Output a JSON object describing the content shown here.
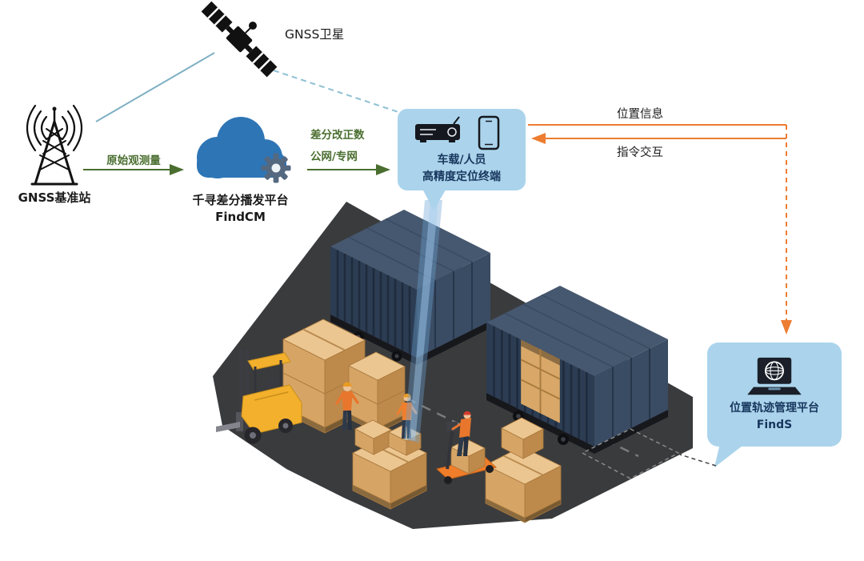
{
  "labels": {
    "satellite": "GNSS卫星",
    "base_station": "GNSS基准站",
    "cloud_platform_name": "千寻差分播发平台",
    "cloud_platform_product": "FindCM",
    "raw_observation": "原始观测量",
    "correction_line1": "差分改正数",
    "correction_line2": "公网/专网",
    "terminal_line1": "车载/人员",
    "terminal_line2": "高精度定位终端",
    "position_info": "位置信息",
    "command_interaction": "指令交互",
    "platform_name": "位置轨迹管理平台",
    "platform_product": "FindS"
  },
  "colors": {
    "bubble_bg": "#abd4ec",
    "navy_text": "#17365d",
    "link_green": "#4a6e2f",
    "link_orange": "#ed7d31",
    "link_teal": "#7fb0c4",
    "cloud_blue": "#2e75b6",
    "gear_gray_blue": "#54687f",
    "container_navy": "#2c3c52",
    "ground_gray": "#3a3b3d",
    "box_tan": "#d9a868",
    "forklift_yellow": "#f3b02c",
    "worker_orange": "#e8762d"
  },
  "icons": {
    "satellite": "satellite-icon",
    "base_station": "radio-tower-icon",
    "cloud": "cloud-gear-icon",
    "terminal": "dvr-and-smartphone-icon",
    "platform": "laptop-globe-icon"
  }
}
